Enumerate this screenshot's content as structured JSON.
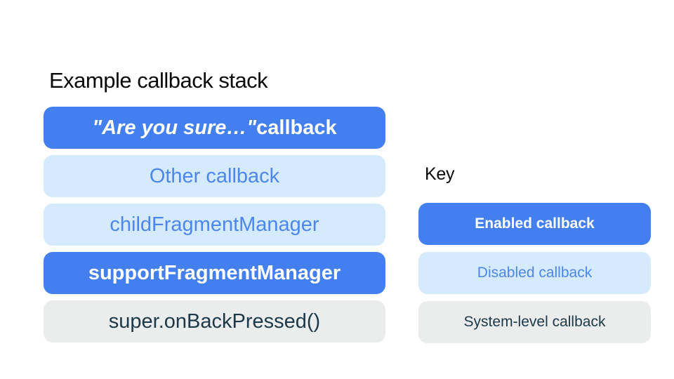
{
  "colors": {
    "page_bg": "#ffffff",
    "heading_text": "#0a0a0a",
    "enabled_bg": "#447fef",
    "enabled_text": "#ffffff",
    "disabled_bg": "#d5eafc",
    "disabled_text": "#4c86ef",
    "system_bg": "#ebecec",
    "system_text": "#1c3949"
  },
  "stack": {
    "title": "Example callback stack",
    "items": [
      {
        "label_italic": "\"Are you sure…\"",
        "label_rest": " callback",
        "type": "enabled"
      },
      {
        "label": "Other callback",
        "type": "disabled"
      },
      {
        "label": "childFragmentManager",
        "type": "disabled"
      },
      {
        "label": "supportFragmentManager",
        "type": "enabled"
      },
      {
        "label": "super.onBackPressed()",
        "type": "system"
      }
    ]
  },
  "key": {
    "title": "Key",
    "items": [
      {
        "label": "Enabled callback",
        "type": "enabled"
      },
      {
        "label": "Disabled callback",
        "type": "disabled"
      },
      {
        "label": "System-level callback",
        "type": "system"
      }
    ]
  }
}
